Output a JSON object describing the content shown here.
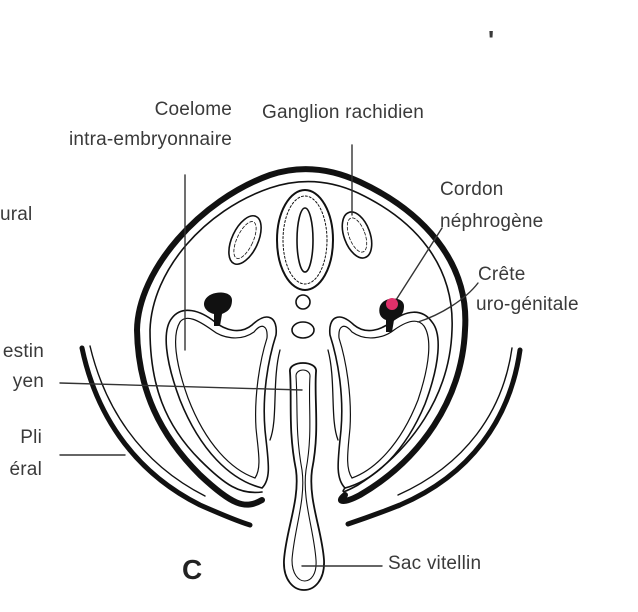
{
  "figure": {
    "panel_letter": "C",
    "stray_mark": "'",
    "labels": {
      "coelome_line1": "Coelome",
      "coelome_line2": "intra-embryonnaire",
      "ganglion": "Ganglion rachidien",
      "tube_neural_fragment": "ural",
      "cordon_line1": "Cordon",
      "cordon_line2": "néphrogène",
      "crete_line1": "Crête",
      "crete_line2": "uro-génitale",
      "intestin_line1": "estin",
      "intestin_line2": "yen",
      "pli_line1": "Pli",
      "pli_line2": "éral",
      "sac": "Sac vitellin"
    },
    "colors": {
      "ink": "#111111",
      "highlight": "#e0306a"
    }
  }
}
